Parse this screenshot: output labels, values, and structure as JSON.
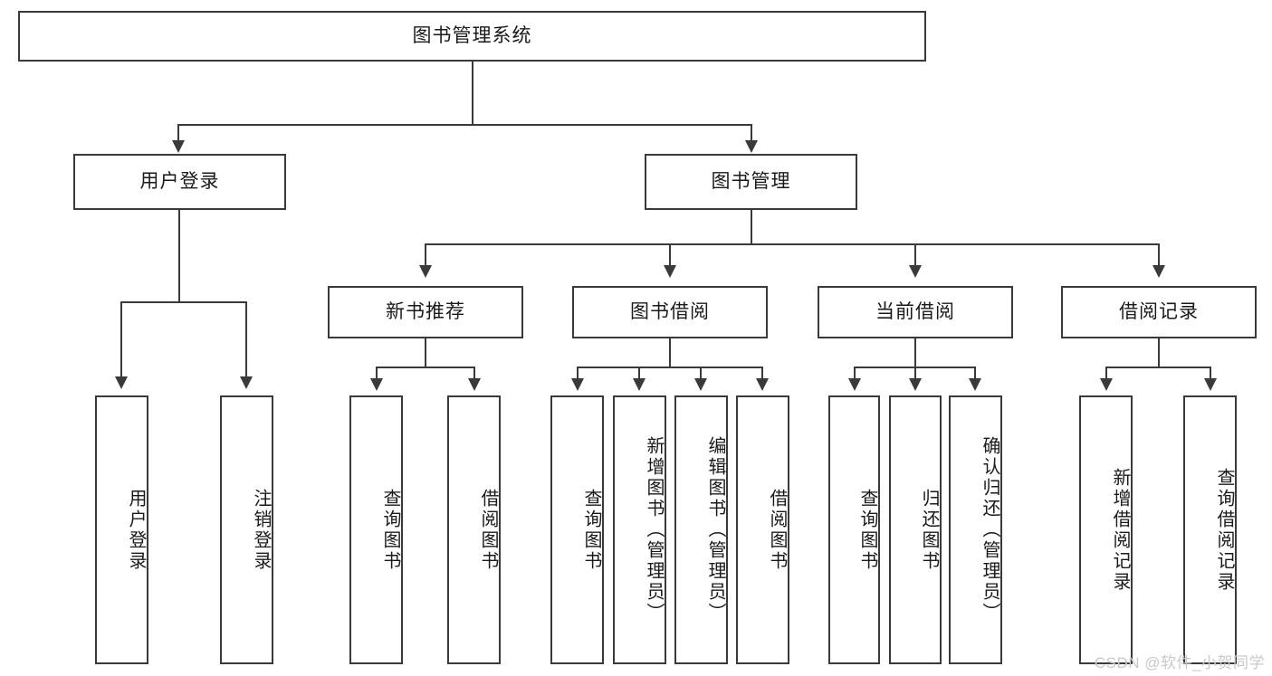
{
  "diagram": {
    "type": "tree-hierarchy",
    "title": "图书管理系统",
    "root": {
      "label": "图书管理系统"
    },
    "level2": [
      {
        "label": "用户登录"
      },
      {
        "label": "图书管理"
      }
    ],
    "level3": [
      {
        "label": "新书推荐"
      },
      {
        "label": "图书借阅"
      },
      {
        "label": "当前借阅"
      },
      {
        "label": "借阅记录"
      }
    ],
    "leaves": {
      "user_login": [
        {
          "label": "用户登录"
        },
        {
          "label": "注销登录"
        }
      ],
      "new_book_recommend": [
        {
          "label": "查询图书"
        },
        {
          "label": "借阅图书"
        }
      ],
      "book_borrow": [
        {
          "label": "查询图书"
        },
        {
          "label": "新增图书（管理员）"
        },
        {
          "label": "编辑图书（管理员）"
        },
        {
          "label": "借阅图书"
        }
      ],
      "current_borrow": [
        {
          "label": "查询图书"
        },
        {
          "label": "归还图书"
        },
        {
          "label": "确认归还（管理员）"
        }
      ],
      "borrow_record": [
        {
          "label": "新增借阅记录"
        },
        {
          "label": "查询借阅记录"
        }
      ]
    }
  },
  "watermark": {
    "text": "CSDN @软件_小贺同学"
  },
  "colors": {
    "stroke": "#3a3a3a",
    "background": "#ffffff",
    "text": "#1a1a1a",
    "watermark": "#c9c9c9"
  }
}
